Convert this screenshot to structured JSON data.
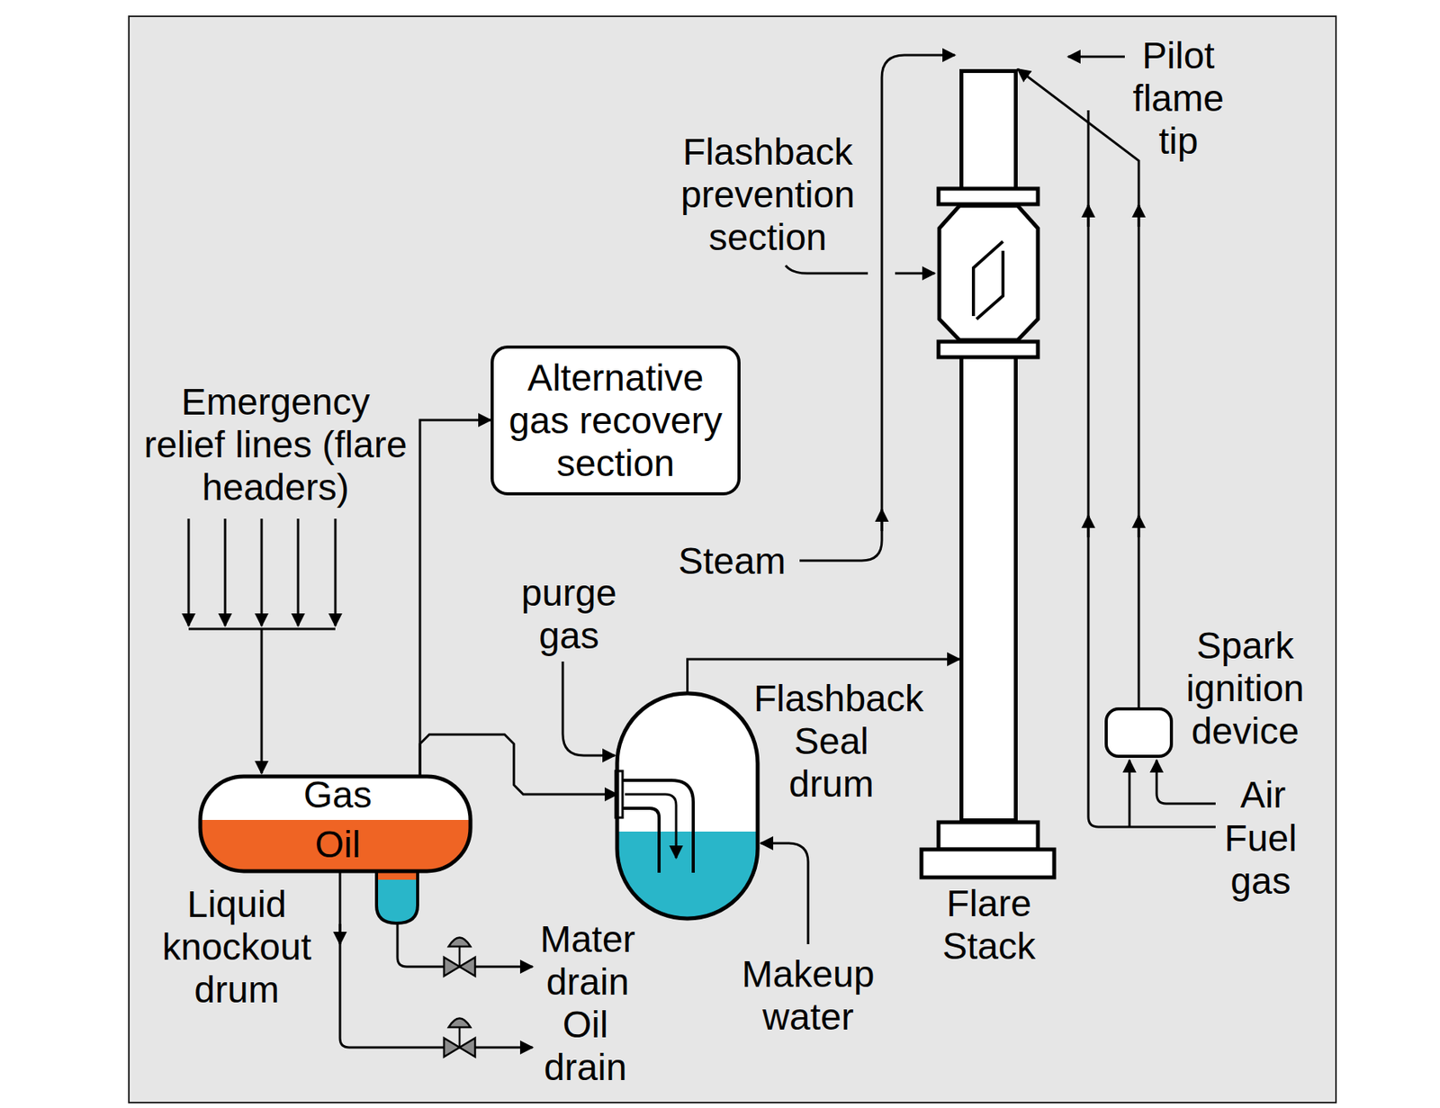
{
  "diagram": {
    "nodes": [
      {
        "text": [
          "Gas",
          "Oil",
          "Liquid knockout drum"
        ]
      },
      {
        "text": [
          "Alternative gas recovery section"
        ]
      },
      {
        "text": [
          "Flashback Seal drum"
        ]
      },
      {
        "text": [
          "Flare Stack"
        ]
      },
      {
        "text": [
          "Spark ignition device"
        ]
      }
    ],
    "edges": [
      {
        "from": 0,
        "to": 1,
        "arrow": "to"
      },
      {
        "from": 0,
        "to": 2,
        "arrow": "to"
      },
      {
        "from": 2,
        "to": 3,
        "arrow": "to"
      },
      {
        "from": 4,
        "to": 3,
        "arrow": "to"
      }
    ],
    "labels": [
      "Flashback prevention section",
      "Pilot flame tip",
      "Emergency relief lines (flare headers)",
      "Steam",
      "purge gas",
      "Air",
      "Fuel gas",
      "Makeup water",
      "Mater drain",
      "Oil drain"
    ]
  }
}
